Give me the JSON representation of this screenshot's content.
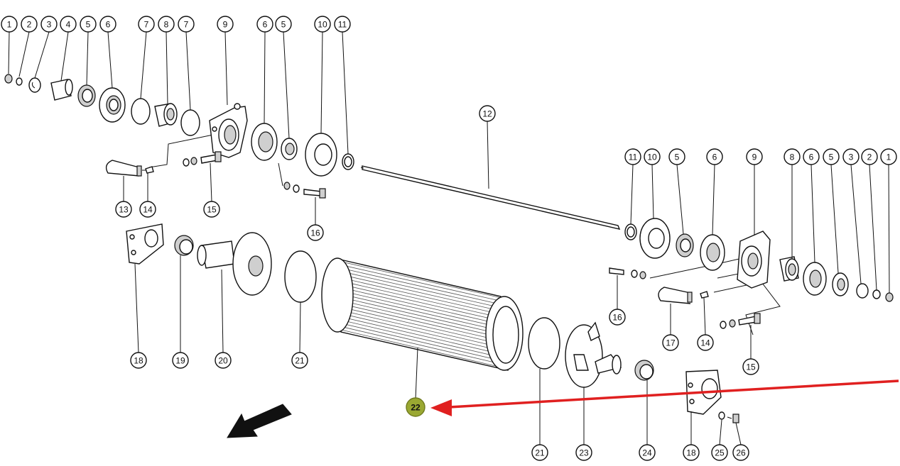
{
  "diagram": {
    "callouts_top_left": [
      "1",
      "2",
      "3",
      "4",
      "5",
      "6",
      "7",
      "8",
      "7",
      "9",
      "6",
      "5",
      "10",
      "11"
    ],
    "callouts_top_right": [
      "11",
      "10",
      "5",
      "6",
      "9",
      "8",
      "6",
      "5",
      "3",
      "2",
      "1"
    ],
    "callout_shaft": "12",
    "callouts_left_bottom": [
      "13",
      "14",
      "15",
      "16"
    ],
    "callouts_lower_left": [
      "18",
      "19",
      "20",
      "21"
    ],
    "callout_highlight": "22",
    "callouts_lower_right": [
      "16",
      "17",
      "14",
      "15"
    ],
    "callouts_bottom": [
      "21",
      "23",
      "24",
      "18",
      "25",
      "26"
    ],
    "highlight_color": "#9aa832",
    "arrow_color": "#e02020"
  }
}
